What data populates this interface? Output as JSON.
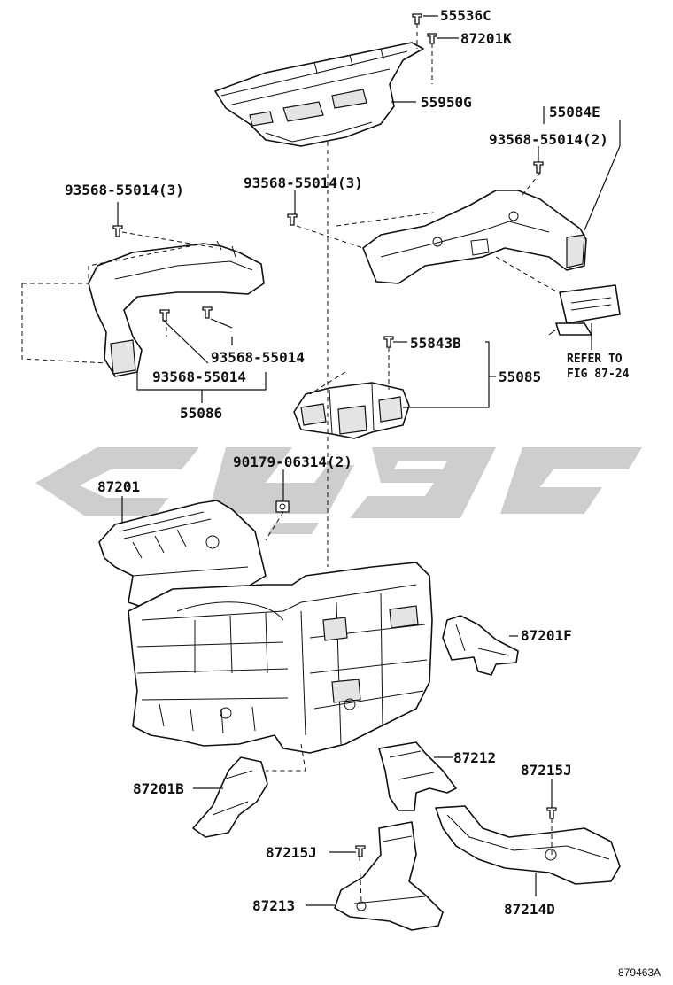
{
  "parts": {
    "p55536C": "55536C",
    "p87201K": "87201K",
    "p55950G": "55950G",
    "p55084E": "55084E",
    "p93568_right": "93568-55014(2)",
    "p93568_top": "93568-55014(3)",
    "p93568_left": "93568-55014(3)",
    "p93568_mid1": "93568-55014",
    "p93568_mid2": "93568-55014",
    "p55086": "55086",
    "p55843B": "55843B",
    "p55085": "55085",
    "p90179": "90179-06314(2)",
    "p87201": "87201",
    "p87201F": "87201F",
    "p87212": "87212",
    "p87215J_right": "87215J",
    "p87201B": "87201B",
    "p87215J_left": "87215J",
    "p87213": "87213",
    "p87214D": "87214D"
  },
  "reference": {
    "line1": "REFER TO",
    "line2": "FIG 87-24"
  },
  "figure_code": "879463A"
}
